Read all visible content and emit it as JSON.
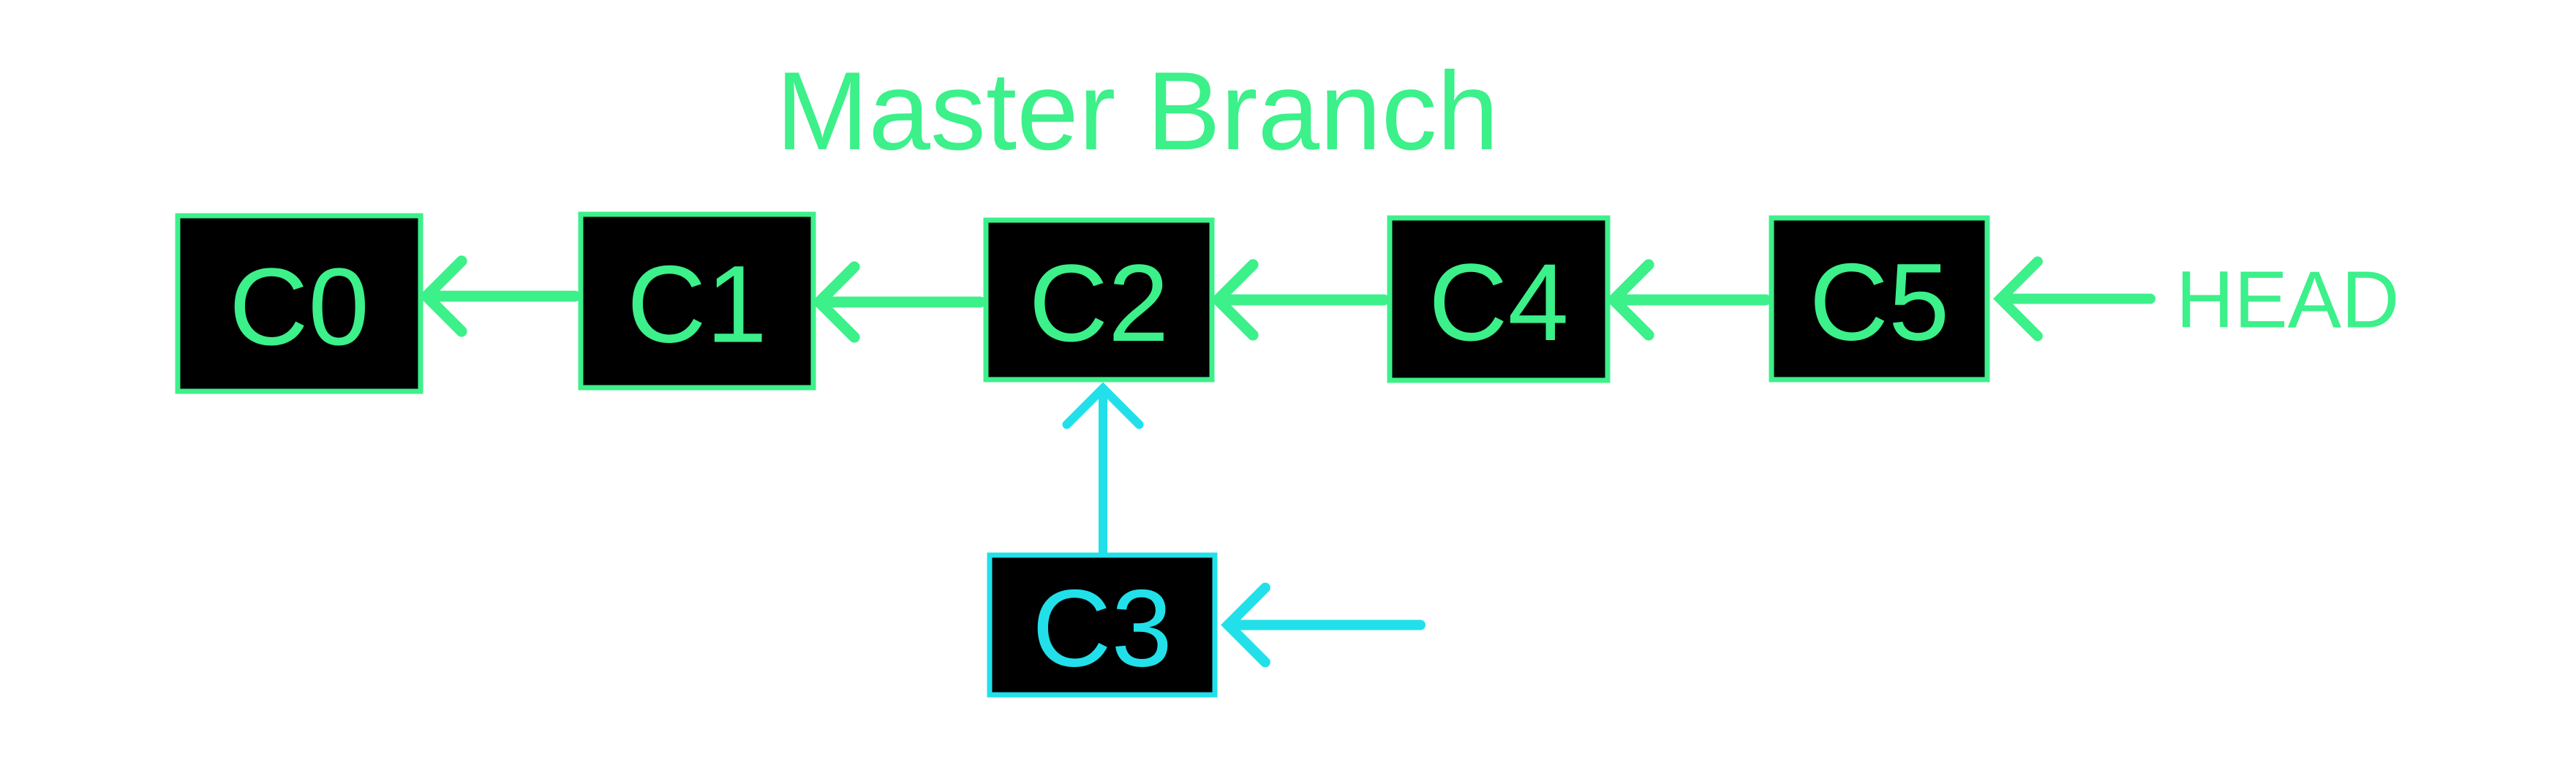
{
  "colors": {
    "master": "#3cf08a",
    "branch": "#22e0ea",
    "node_fill": "#000000",
    "background": "#ffffff"
  },
  "diagram": {
    "title": "Master Branch",
    "head_label": "HEAD",
    "commits": [
      {
        "id": "C0",
        "label": "C0",
        "branch": "master"
      },
      {
        "id": "C1",
        "label": "C1",
        "branch": "master"
      },
      {
        "id": "C2",
        "label": "C2",
        "branch": "master"
      },
      {
        "id": "C4",
        "label": "C4",
        "branch": "master"
      },
      {
        "id": "C5",
        "label": "C5",
        "branch": "master"
      },
      {
        "id": "C3",
        "label": "C3",
        "branch": "feature"
      }
    ],
    "edges": [
      {
        "from": "C1",
        "to": "C0",
        "branch": "master"
      },
      {
        "from": "C2",
        "to": "C1",
        "branch": "master"
      },
      {
        "from": "C4",
        "to": "C2",
        "branch": "master"
      },
      {
        "from": "C5",
        "to": "C4",
        "branch": "master"
      },
      {
        "from": "C3",
        "to": "C2",
        "branch": "feature"
      }
    ],
    "pointers": [
      {
        "label_key": "head_label",
        "target": "C5",
        "branch": "master"
      },
      {
        "label_key": "",
        "target": "C3",
        "branch": "feature"
      }
    ]
  }
}
